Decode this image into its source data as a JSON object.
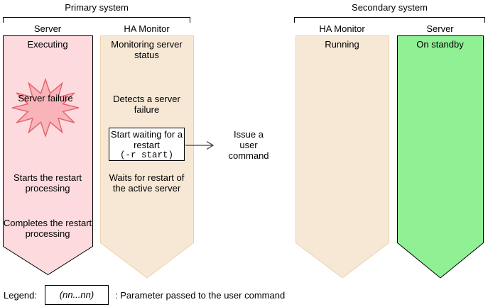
{
  "primary": {
    "title": "Primary system",
    "server": {
      "header": "Server",
      "executing": "Executing",
      "failure": "Server failure",
      "starts_restart": "Starts the restart processing",
      "completes_restart": "Completes the restart processing"
    },
    "ha_monitor": {
      "header": "HA Monitor",
      "monitoring": "Monitoring server status",
      "detects": "Detects a server failure",
      "wait_box": {
        "text": "Start waiting for a restart",
        "parameter": "(-r start)"
      },
      "waits": "Waits for restart of the active server"
    }
  },
  "annotation": {
    "issue_command": "Issue a user command"
  },
  "secondary": {
    "title": "Secondary system",
    "ha_monitor": {
      "header": "HA Monitor",
      "running": "Running"
    },
    "server": {
      "header": "Server",
      "standby": "On standby"
    }
  },
  "legend": {
    "label": "Legend:",
    "symbol": "(nn...nn)",
    "description": ": Parameter passed to the user command"
  },
  "colors": {
    "server_active_fill": "#fcdade",
    "failure_fill": "#f8b4ba",
    "failure_border": "#e4606a",
    "ha_monitor_fill": "#f7e8d6",
    "ha_monitor_border": "#ecd2ad",
    "server_standby_fill": "#90f094",
    "outline": "#000000",
    "connector": "#404040"
  }
}
